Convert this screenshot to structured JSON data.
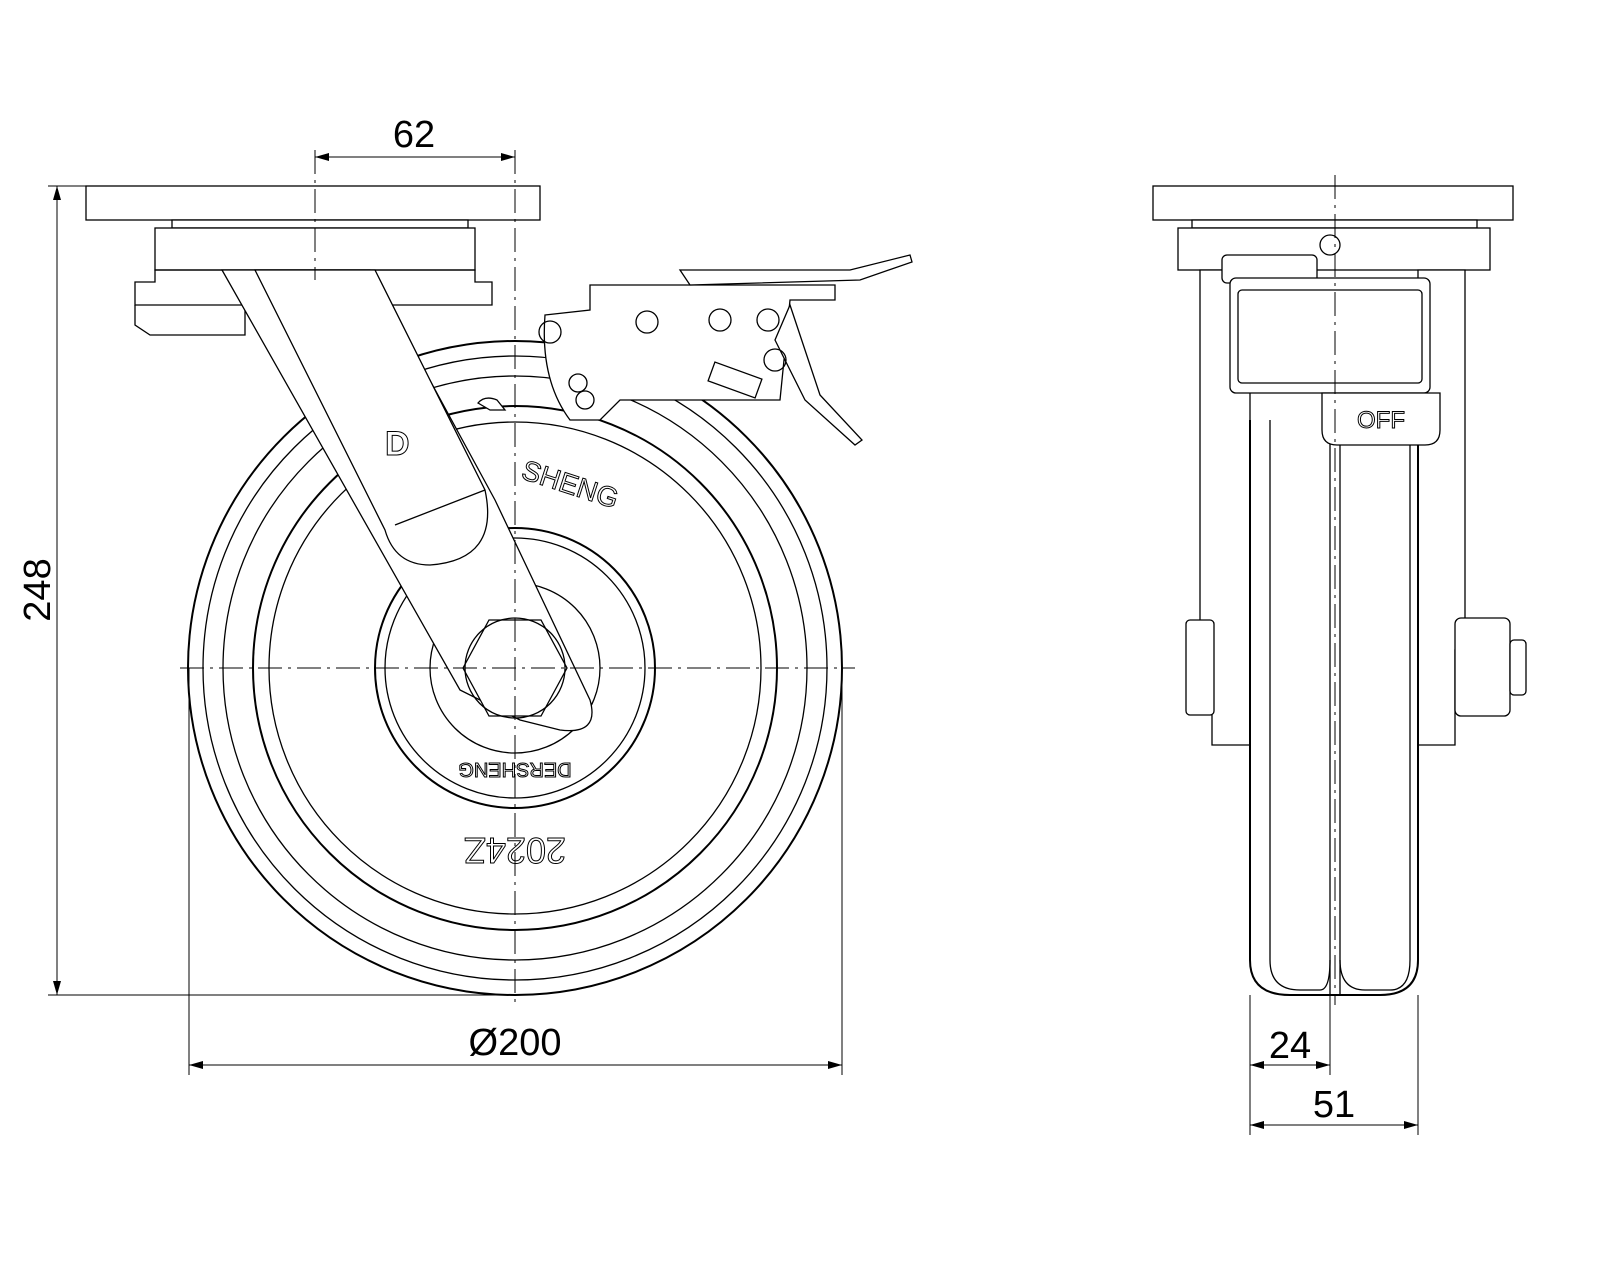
{
  "drawing": {
    "dimensions": {
      "offset": "62",
      "height": "248",
      "wheel_diameter": "Ø200",
      "tread_width": "24",
      "wheel_width": "51"
    },
    "brake_label": "OFF",
    "brand_text": "DERSHENG",
    "brand_text_partial": "SHENG",
    "model_text": "2024Z",
    "logo_letter": "D"
  }
}
